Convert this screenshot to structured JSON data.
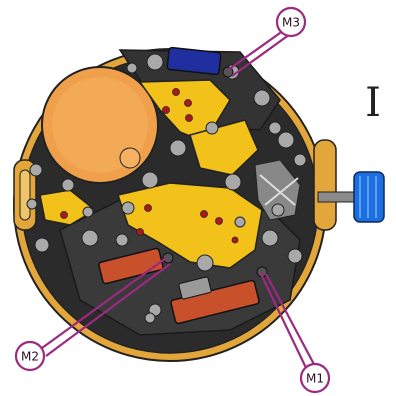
{
  "diagram": {
    "section_label": "I",
    "callouts": [
      {
        "id": "m1",
        "label": "M1"
      },
      {
        "id": "m2",
        "label": "M2"
      },
      {
        "id": "m3",
        "label": "M3"
      }
    ],
    "colors": {
      "callout": "#9b2a80",
      "plate_gold": "#e2a63a",
      "plate_dark": "#2b2b2b",
      "bridge_yellow": "#f2c21a",
      "battery_orange": "#f0a04a",
      "coil_red": "#c8502a",
      "coil_blue": "#1f2fa0",
      "crown_blue": "#1d6fe0",
      "screw_grey": "#a9a9a9",
      "jewel_red": "#b01818"
    }
  }
}
